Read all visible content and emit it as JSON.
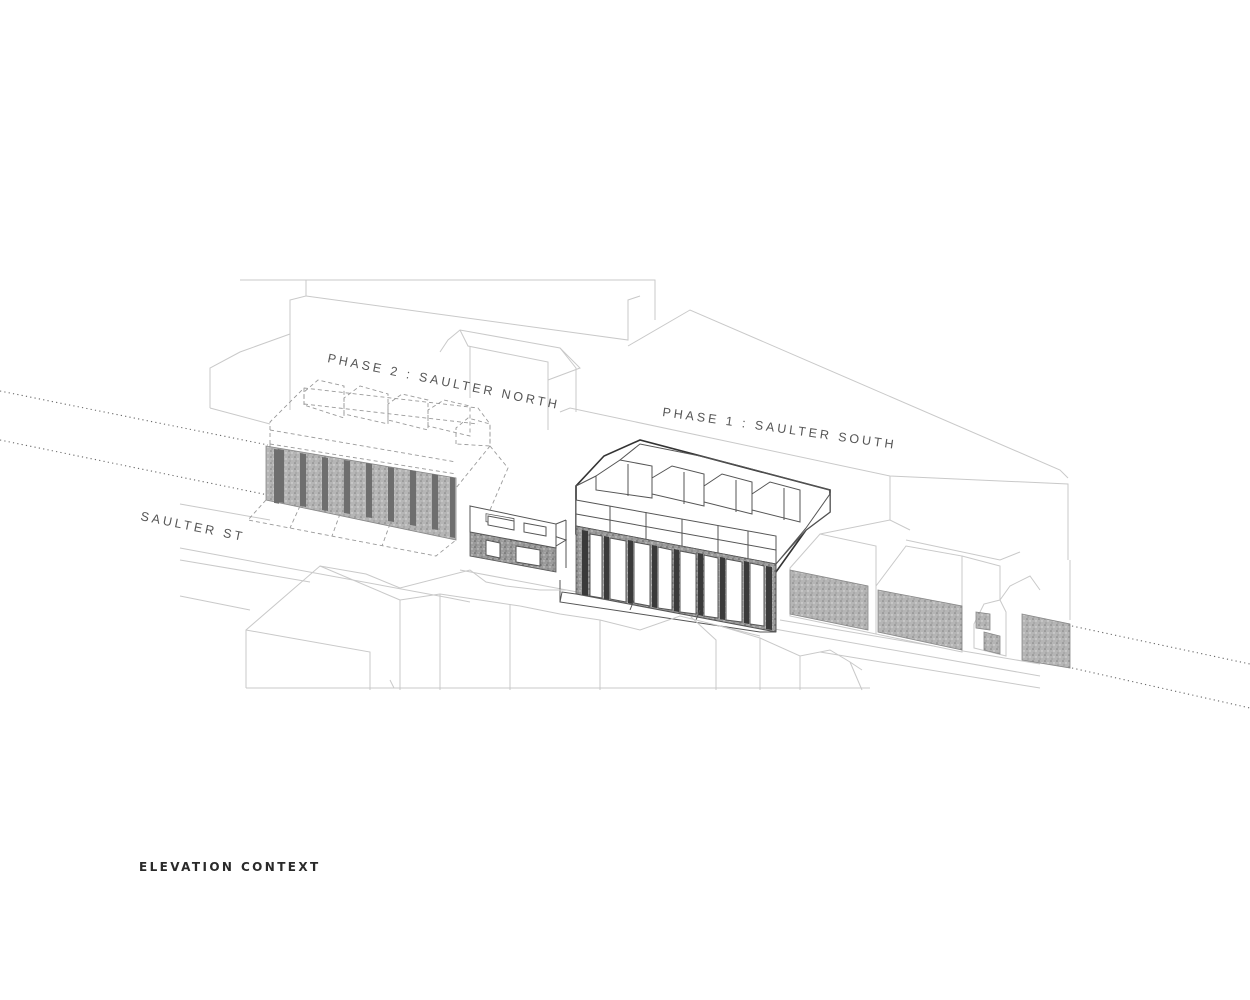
{
  "labels": {
    "phase2": "PHASE 2 : SAULTER NORTH",
    "phase1": "PHASE 1 : SAULTER SOUTH",
    "street": "SAULTER ST"
  },
  "caption": "ELEVATION CONTEXT",
  "colors": {
    "context_lines": "#c9c9c9",
    "building_lines": "#555555",
    "brick_texture": "#8a8a8a",
    "caption_text": "#2a2a2a"
  }
}
